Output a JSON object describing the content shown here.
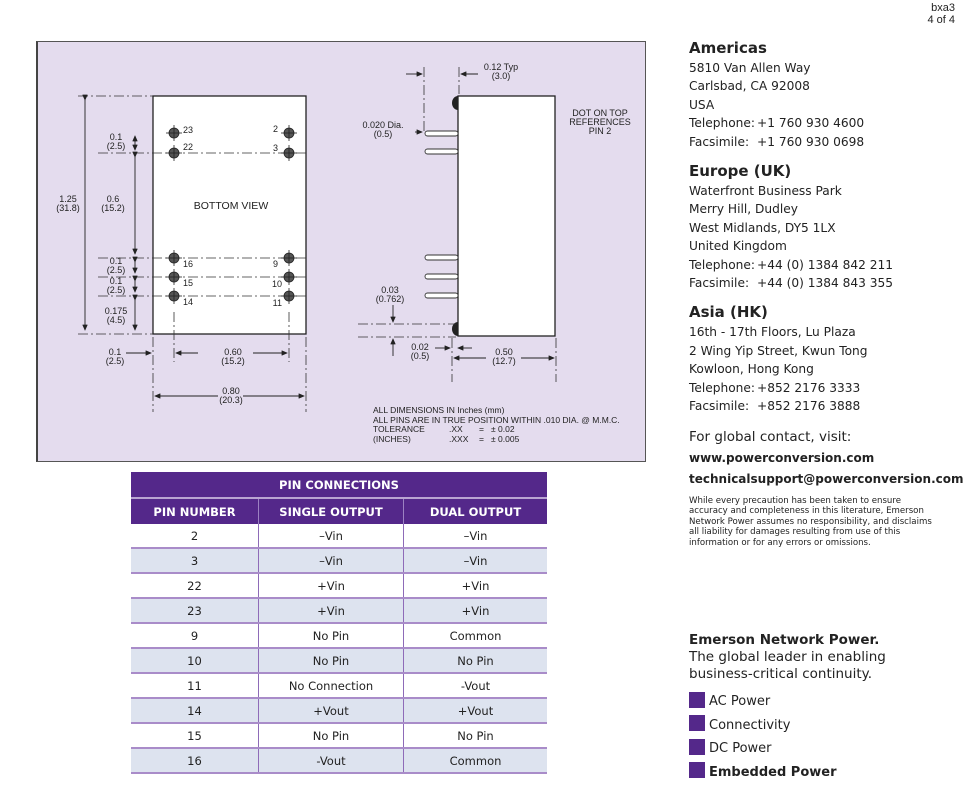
{
  "page": {
    "code": "bxa3",
    "page_label": "4 of 4"
  },
  "drawing": {
    "bottom_view": {
      "label": "BOTTOM VIEW",
      "pins_left": [
        "23",
        "22",
        "16",
        "15",
        "14"
      ],
      "pins_right": [
        "2",
        "3",
        "9",
        "10",
        "11"
      ],
      "dims": {
        "overall_height": [
          "1.25",
          "(31.8)"
        ],
        "pin_23_22": [
          "0.1",
          "(2.5)"
        ],
        "pin_22_16": [
          "0.6",
          "(15.2)"
        ],
        "pin_16_15": [
          "0.1",
          "(2.5)"
        ],
        "pin_15_14": [
          "0.1",
          "(2.5)"
        ],
        "pin_14_edge": [
          "0.175",
          "(4.5)"
        ],
        "edge_to_pin": [
          "0.1",
          "(2.5)"
        ],
        "pin_span": [
          "0.60",
          "(15.2)"
        ],
        "overall_width": [
          "0.80",
          "(20.3)"
        ]
      }
    },
    "side_view": {
      "pin_length": [
        "0.12 Typ",
        "(3.0)"
      ],
      "pin_dia": [
        "0.020 Dia.",
        "(0.5)"
      ],
      "dot_note": [
        "DOT ON TOP",
        "REFERENCES",
        "PIN 2"
      ],
      "standoff": [
        "0.03",
        "(0.762)"
      ],
      "offset": [
        "0.02",
        "(0.5)"
      ],
      "depth": [
        "0.50",
        "(12.7)"
      ]
    },
    "notes": {
      "line1": "ALL DIMENSIONS IN Inches (mm)",
      "line2": "ALL PINS ARE IN TRUE POSITION WITHIN .010 DIA. @ M.M.C.",
      "tol_label1": "TOLERANCE",
      "tol_label2": "(INCHES)",
      "tol_xx": ".XX",
      "tol_xxx": ".XXX",
      "eq": "=",
      "tol_xx_val": "± 0.02",
      "tol_xxx_val": "± 0.005"
    }
  },
  "pin_table": {
    "title": "PIN CONNECTIONS",
    "headers": [
      "PIN NUMBER",
      "SINGLE OUTPUT",
      "DUAL OUTPUT"
    ],
    "rows": [
      [
        "2",
        "–Vin",
        "–Vin"
      ],
      [
        "3",
        "–Vin",
        "–Vin"
      ],
      [
        "22",
        "+Vin",
        "+Vin"
      ],
      [
        "23",
        "+Vin",
        "+Vin"
      ],
      [
        "9",
        "No Pin",
        "Common"
      ],
      [
        "10",
        "No Pin",
        "No Pin"
      ],
      [
        "11",
        "No Connection",
        "-Vout"
      ],
      [
        "14",
        "+Vout",
        "+Vout"
      ],
      [
        "15",
        "No Pin",
        "No Pin"
      ],
      [
        "16",
        "-Vout",
        "Common"
      ]
    ]
  },
  "contacts": {
    "americas": {
      "title": "Americas",
      "lines": [
        "5810 Van Allen Way",
        "Carlsbad, CA 92008",
        "USA"
      ],
      "tel_label": "Telephone:",
      "tel": "+1 760 930 4600",
      "fax_label": "Facsimile:",
      "fax": "+1 760 930 0698"
    },
    "europe": {
      "title": "Europe (UK)",
      "lines": [
        "Waterfront Business Park",
        "Merry Hill, Dudley",
        "West Midlands, DY5 1LX",
        "United Kingdom"
      ],
      "tel_label": "Telephone:",
      "tel": "+44 (0) 1384 842 211",
      "fax_label": "Facsimile:",
      "fax": "+44 (0) 1384 843 355"
    },
    "asia": {
      "title": "Asia (HK)",
      "lines": [
        "16th - 17th Floors, Lu Plaza",
        "2 Wing Yip Street, Kwun Tong",
        "Kowloon, Hong Kong"
      ],
      "tel_label": "Telephone:",
      "tel": "+852 2176 3333",
      "fax_label": "Facsimile:",
      "fax": "+852 2176 3888"
    },
    "global_label": "For global contact, visit:",
    "website": "www.powerconversion.com",
    "email": "technicalsupport@powerconversion.com",
    "disclaimer": "While every precaution has been taken to ensure accuracy and completeness in this literature, Emerson Network Power assumes no responsibility, and disclaims all liability for damages resulting from use of this information or for any errors or omissions."
  },
  "brand": {
    "name": "Emerson Network Power.",
    "tagline_1": "The global leader in enabling",
    "tagline_2": "business-critical continuity.",
    "items": [
      "AC Power",
      "Connectivity",
      "DC Power",
      "Embedded Power"
    ],
    "accent": "#54288a"
  }
}
